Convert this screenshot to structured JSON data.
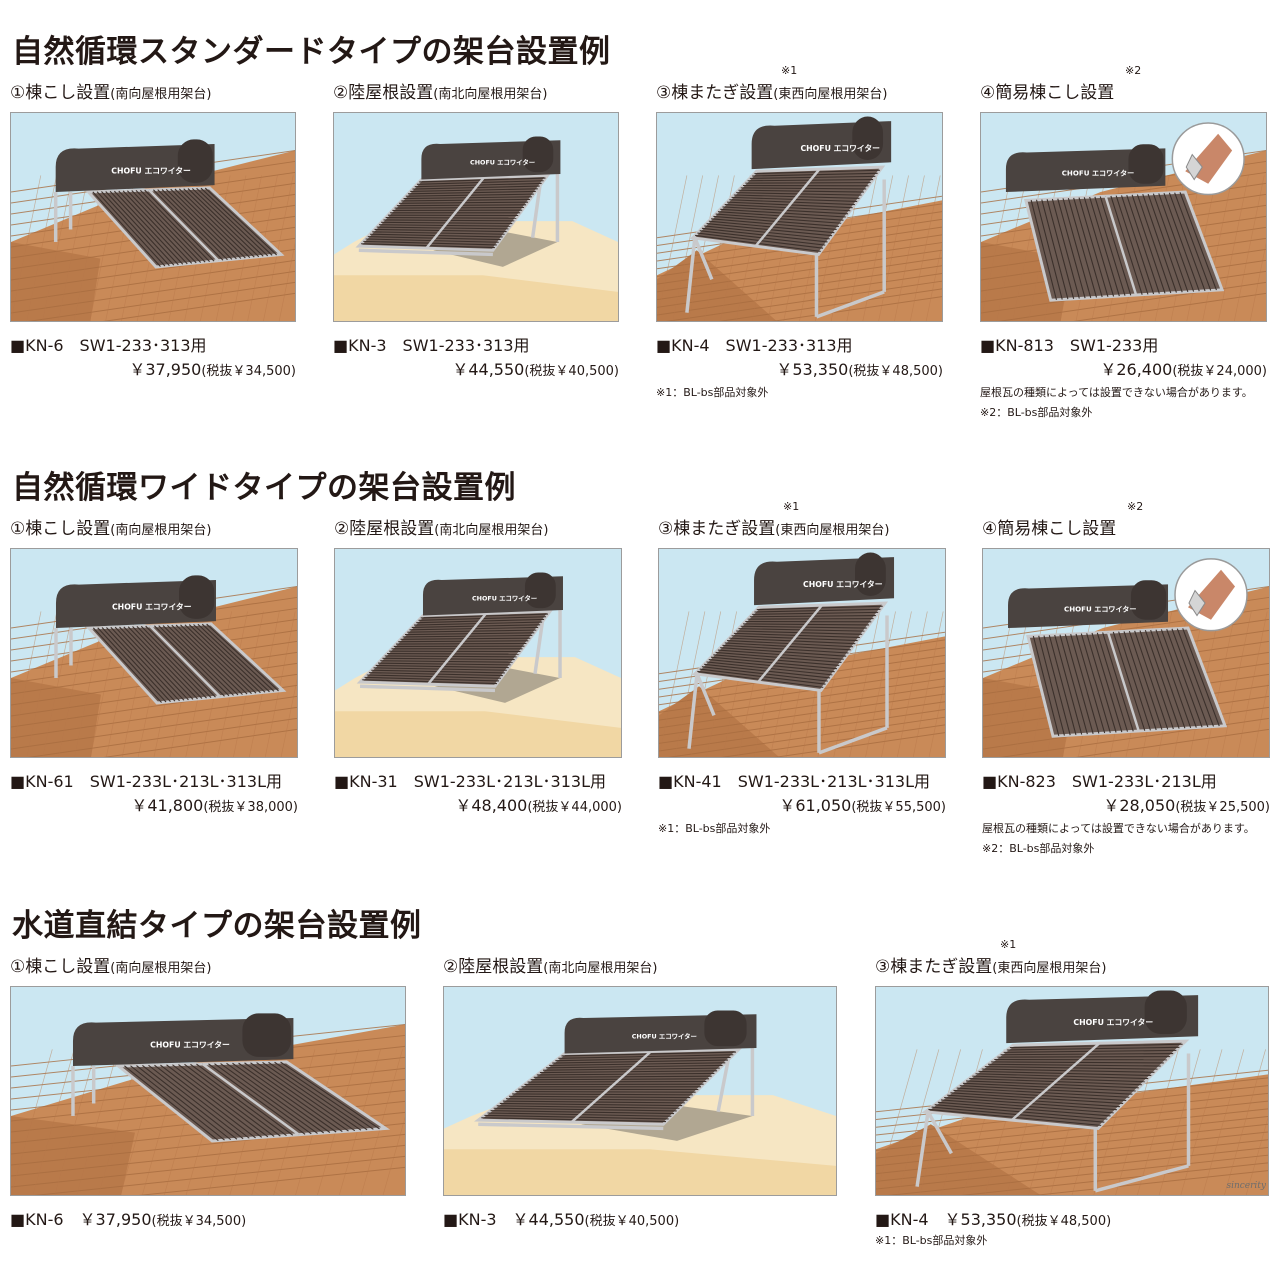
{
  "sections": [
    {
      "title": "自然循環スタンダードタイプの架台設置例",
      "cards": [
        {
          "label": "①棟こし設置",
          "sub": "(南向屋根用架台)",
          "mark": "",
          "scene": "ridge-cross",
          "code": "■KN-6　SW1-233･313用",
          "price": "￥37,950",
          "tax": "(税抜￥34,500)",
          "notes": []
        },
        {
          "label": "②陸屋根設置",
          "sub": "(南北向屋根用架台)",
          "mark": "",
          "scene": "flat-roof",
          "code": "■KN-3　SW1-233･313用",
          "price": "￥44,550",
          "tax": "(税抜￥40,500)",
          "notes": []
        },
        {
          "label": "③棟またぎ設置",
          "sub": "(東西向屋根用架台)",
          "mark": "※1",
          "scene": "ridge-straddle",
          "code": "■KN-4　SW1-233･313用",
          "price": "￥53,350",
          "tax": "(税抜￥48,500)",
          "notes": [
            "※1：BL-bs部品対象外"
          ]
        },
        {
          "label": "④簡易棟こし設置",
          "sub": "",
          "mark": "※2",
          "scene": "simple",
          "code": "■KN-813　SW1-233用",
          "price": "￥26,400",
          "tax": "(税抜￥24,000)",
          "notes": [
            "屋根瓦の種類によっては設置できない場合があります。",
            "※2：BL-bs部品対象外"
          ]
        }
      ]
    },
    {
      "title": "自然循環ワイドタイプの架台設置例",
      "cards": [
        {
          "label": "①棟こし設置",
          "sub": "(南向屋根用架台)",
          "mark": "",
          "scene": "ridge-cross",
          "code": "■KN-61　SW1-233L･213L･313L用",
          "price": "￥41,800",
          "tax": "(税抜￥38,000)",
          "notes": []
        },
        {
          "label": "②陸屋根設置",
          "sub": "(南北向屋根用架台)",
          "mark": "",
          "scene": "flat-roof",
          "code": "■KN-31　SW1-233L･213L･313L用",
          "price": "￥48,400",
          "tax": "(税抜￥44,000)",
          "notes": []
        },
        {
          "label": "③棟またぎ設置",
          "sub": "(東西向屋根用架台)",
          "mark": "※1",
          "scene": "ridge-straddle",
          "code": "■KN-41　SW1-233L･213L･313L用",
          "price": "￥61,050",
          "tax": "(税抜￥55,500)",
          "notes": [
            "※1：BL-bs部品対象外"
          ]
        },
        {
          "label": "④簡易棟こし設置",
          "sub": "",
          "mark": "※2",
          "scene": "simple",
          "code": "■KN-823　SW1-233L･213L用",
          "price": "￥28,050",
          "tax": "(税抜￥25,500)",
          "notes": [
            "屋根瓦の種類によっては設置できない場合があります。",
            "※2：BL-bs部品対象外"
          ]
        }
      ]
    },
    {
      "title": "水道直結タイプの架台設置例",
      "cards": [
        {
          "label": "①棟こし設置",
          "sub": "(南向屋根用架台)",
          "mark": "",
          "scene": "ridge-cross",
          "code": "■KN-6　￥37,950",
          "price": "",
          "tax": "(税抜￥34,500)",
          "notes": []
        },
        {
          "label": "②陸屋根設置",
          "sub": "(南北向屋根用架台)",
          "mark": "",
          "scene": "flat-roof",
          "code": "■KN-3　￥44,550",
          "price": "",
          "tax": "(税抜￥40,500)",
          "notes": []
        },
        {
          "label": "③棟またぎ設置",
          "sub": "(東西向屋根用架台)",
          "mark": "※1",
          "scene": "ridge-straddle",
          "code": "■KN-4　￥53,350",
          "price": "",
          "tax": "(税抜￥48,500)",
          "notes": [
            "※1：BL-bs部品対象外"
          ]
        }
      ]
    }
  ],
  "brand_text": "CHOFU エコワイター",
  "watermark": "sincerity",
  "colors": {
    "sky": "#cbe7f2",
    "roof": "#c98a58",
    "roof_line": "#a86d40",
    "flat_roof": "#f6e6c3",
    "tank": "#4a4340",
    "panel": "#6b5a52",
    "frame": "#c9c9cb"
  }
}
